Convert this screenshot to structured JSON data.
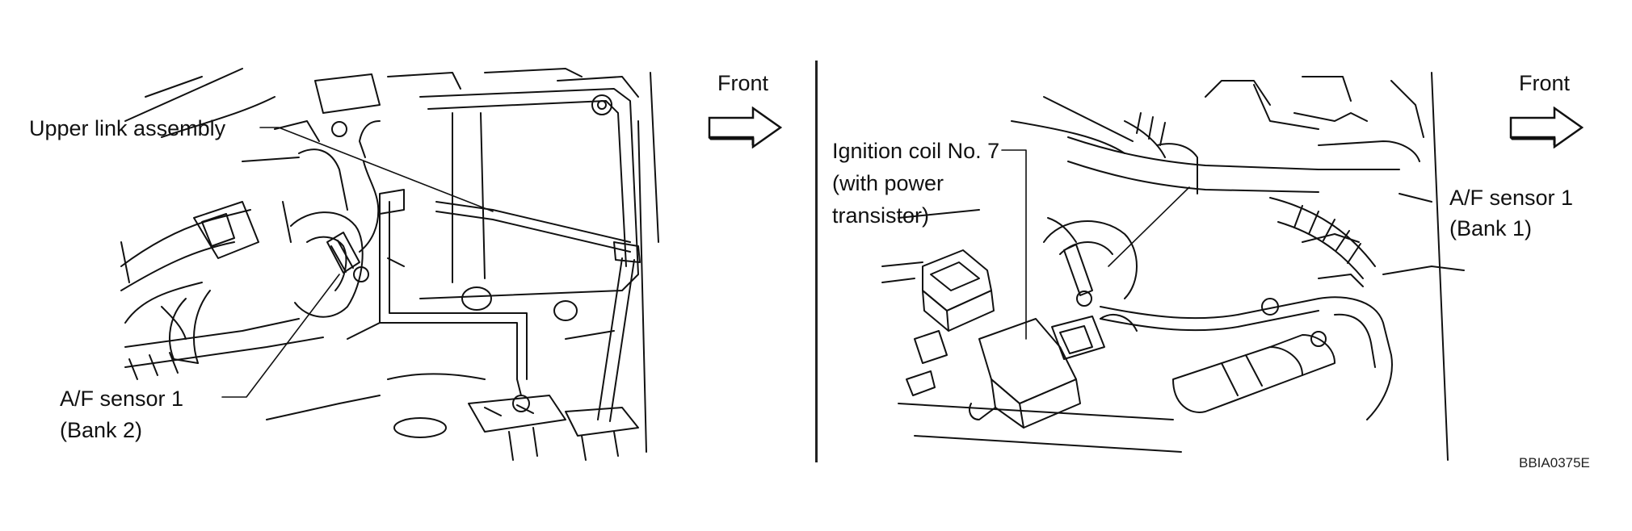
{
  "left_panel": {
    "front_label": "Front",
    "callouts": {
      "upper_link": "Upper link assembly",
      "af_sensor_bank2_line1": "A/F sensor 1",
      "af_sensor_bank2_line2": "(Bank 2)"
    }
  },
  "right_panel": {
    "front_label": "Front",
    "callouts": {
      "ignition_coil_line1": "Ignition coil No. 7",
      "ignition_coil_line2": "(with power",
      "ignition_coil_line3": "transistor)",
      "af_sensor_bank1_line1": "A/F sensor 1",
      "af_sensor_bank1_line2": "(Bank 1)"
    }
  },
  "figure_code": "BBIA0375E",
  "icons": {
    "direction_arrow": "right-arrow-outline-icon"
  }
}
